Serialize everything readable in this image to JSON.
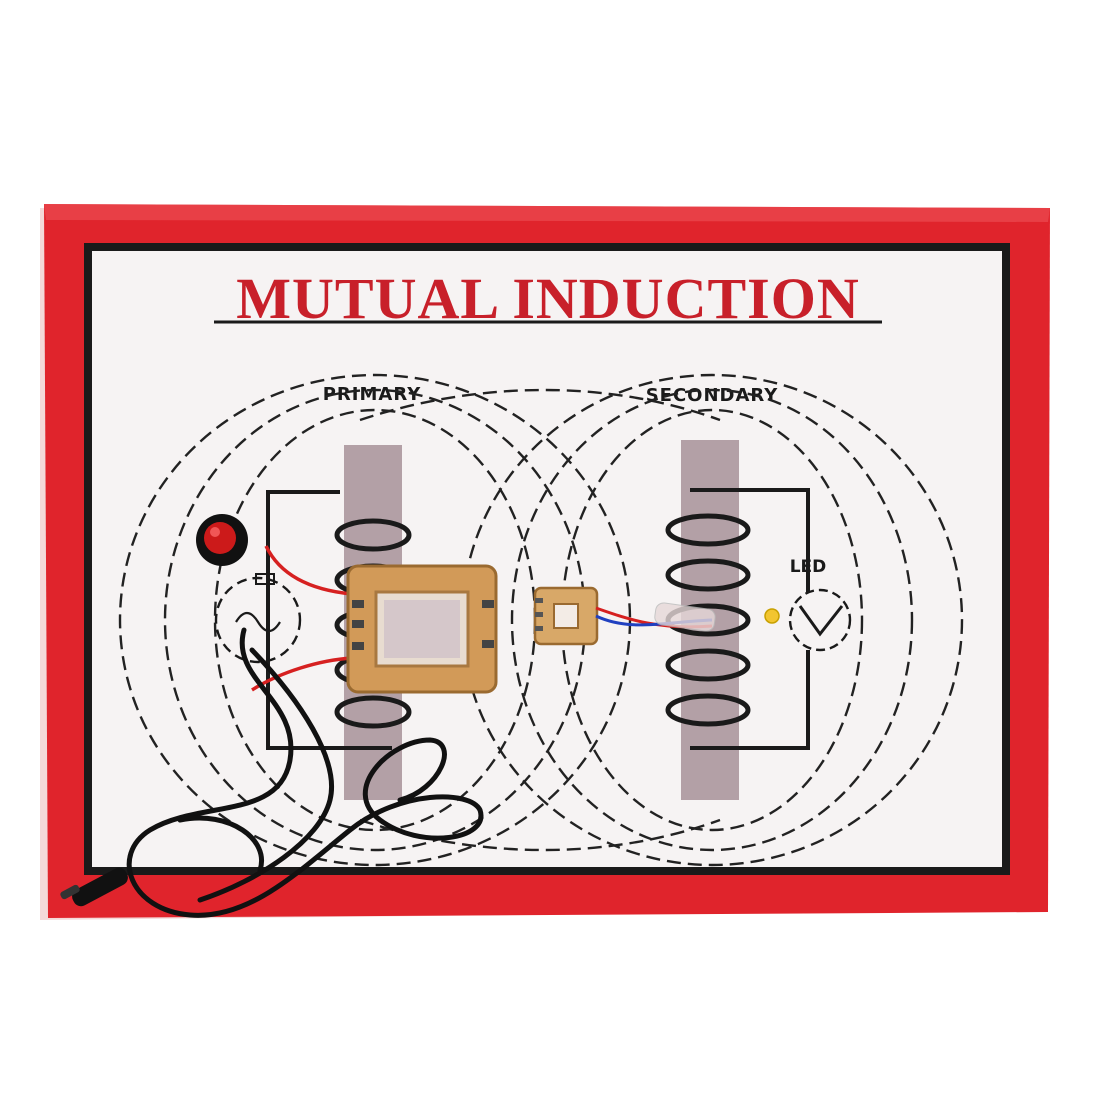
{
  "board": {
    "title": "MUTUAL INDUCTION",
    "primary_label": "PRIMARY",
    "secondary_label": "SECONDARY",
    "led_label": "LED"
  },
  "colors": {
    "frame_red": "#e0242c",
    "title_red": "#c8202a",
    "panel_white": "#f6f3f3",
    "ink": "#1a1a1a",
    "core_shade": "#b3a0a6",
    "bobbin": "#d29a58",
    "wire_red": "#d62020",
    "wire_blue": "#2040c0",
    "cable_black": "#111111"
  }
}
